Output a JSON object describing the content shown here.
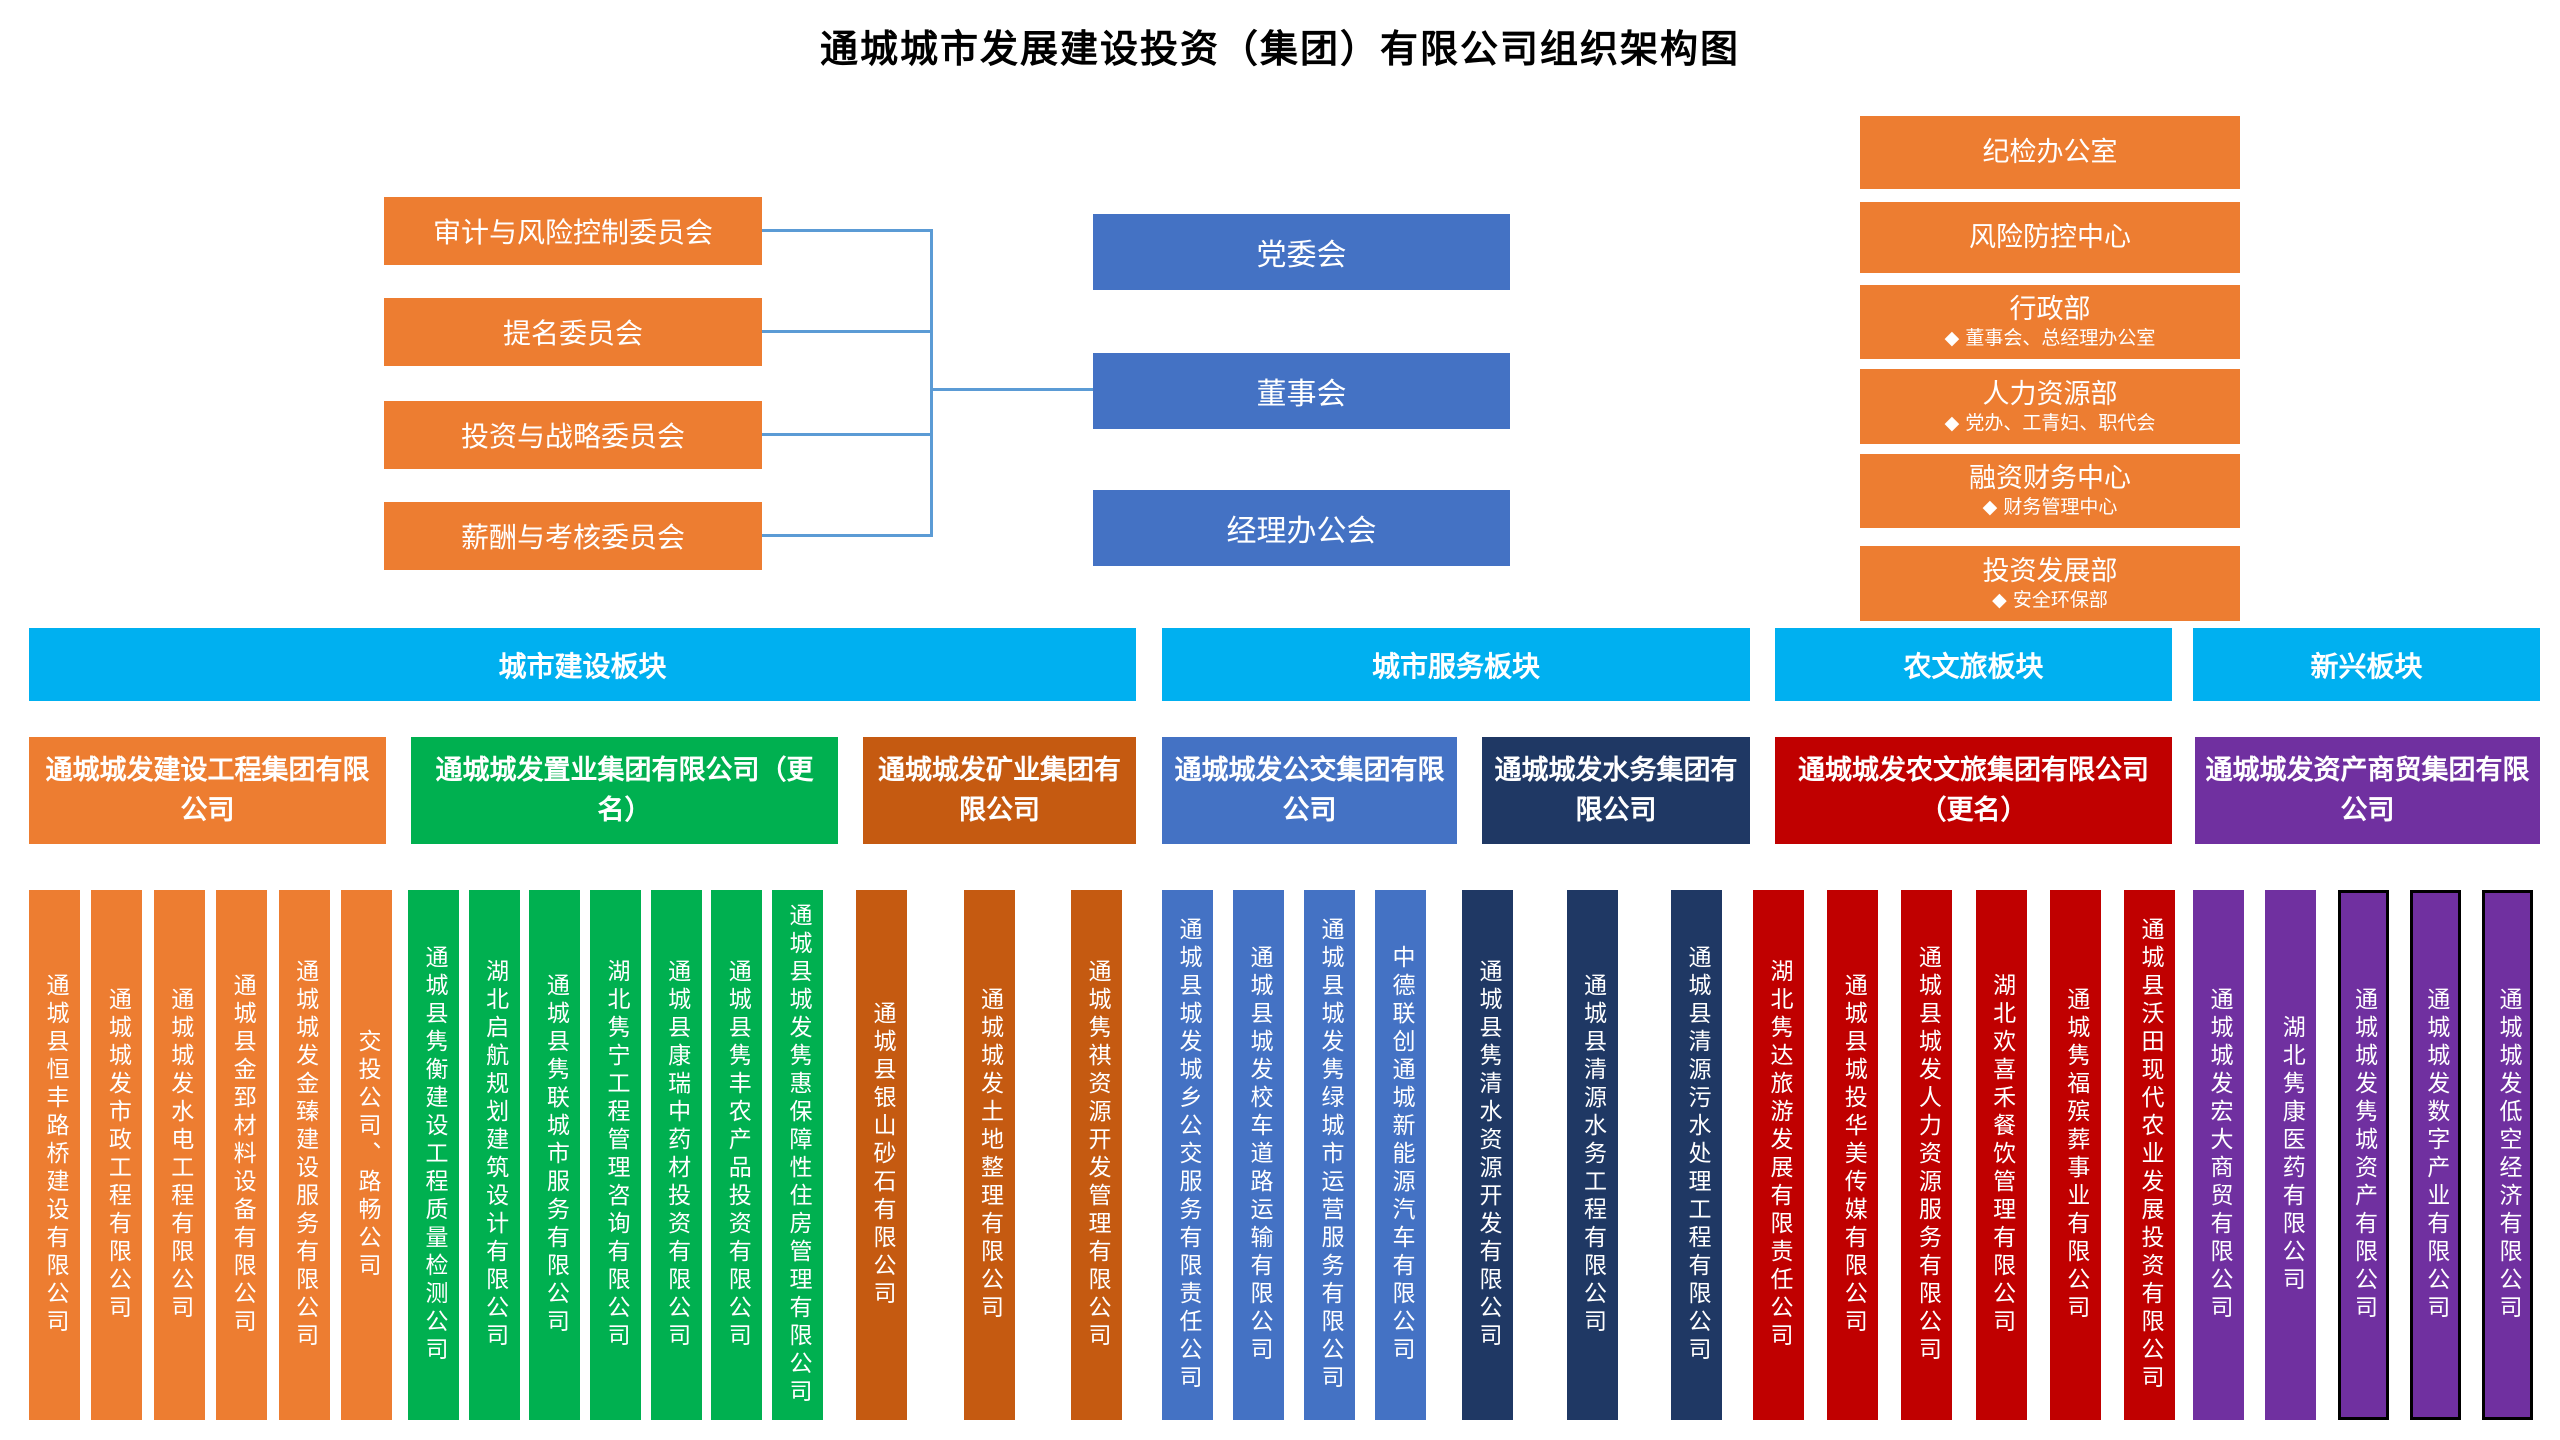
{
  "title": "通城城市发展建设投资（集团）有限公司组织架构图",
  "committees": [
    "审计与风险控制委员会",
    "提名委员会",
    "投资与战略委员会",
    "薪酬与考核委员会"
  ],
  "governance": {
    "party_committee": "党委会",
    "board": "董事会",
    "manager_office": "经理办公会"
  },
  "departments": [
    {
      "label": "纪检办公室"
    },
    {
      "label": "风险防控中心"
    },
    {
      "label": "行政部",
      "sub": "◆ 董事会、总经理办公室"
    },
    {
      "label": "人力资源部",
      "sub": "◆ 党办、工青妇、职代会"
    },
    {
      "label": "融资财务中心",
      "sub": "◆ 财务管理中心"
    },
    {
      "label": "投资发展部",
      "sub": "◆ 安全环保部"
    }
  ],
  "sections": [
    {
      "label": "城市建设板块"
    },
    {
      "label": "城市服务板块"
    },
    {
      "label": "农文旅板块"
    },
    {
      "label": "新兴板块"
    }
  ],
  "groups": [
    {
      "label": "通城城发建设工程集团有限公司",
      "color": "#ED7D31",
      "subsidiaries": [
        "通城县恒丰路桥建设有限公司",
        "通城城发市政工程有限公司",
        "通城城发水电工程有限公司",
        "通城县金郅材料设备有限公司",
        "通城城发金臻建设服务有限公司",
        "交投公司、路畅公司"
      ]
    },
    {
      "label": "通城城发置业集团有限公司（更名）",
      "color": "#00B050",
      "subsidiaries": [
        "通城县隽衡建设工程质量检测公司",
        "湖北启航规划建筑设计有限公司",
        "通城县隽联城市服务有限公司",
        "湖北隽宁工程管理咨询有限公司",
        "通城县康瑞中药材投资有限公司",
        "通城县隽丰农产品投资有限公司",
        "通城县城发隽惠保障性住房管理有限公司"
      ]
    },
    {
      "label": "通城城发矿业集团有限公司",
      "color": "#C55A11",
      "subsidiaries": [
        "通城县银山砂石有限公司",
        "通城城发土地整理有限公司",
        "通城隽祺资源开发管理有限公司"
      ]
    },
    {
      "label": "通城城发公交集团有限公司",
      "color": "#4472C4",
      "subsidiaries": [
        "通城县城发城乡公交服务有限责任公司",
        "通城县城发校车道路运输有限公司",
        "通城县城发隽绿城市运营服务有限公司",
        "中德联创通城新能源汽车有限公司"
      ]
    },
    {
      "label": "通城城发水务集团有限公司",
      "color": "#1F3864",
      "subsidiaries": [
        "通城县隽清水资源开发有限公司",
        "通城县清源水务工程有限公司",
        "通城县清源污水处理工程有限公司"
      ]
    },
    {
      "label": "通城城发农文旅集团有限公司（更名）",
      "color": "#C00000",
      "subsidiaries": [
        "湖北隽达旅游发展有限责任公司",
        "通城县城投华美传媒有限公司",
        "通城县城发人力资源服务有限公司",
        "湖北欢喜禾餐饮管理有限公司",
        "通城隽福殡葬事业有限公司",
        "通城县沃田现代农业发展投资有限公司"
      ]
    },
    {
      "label": "通城城发资产商贸集团有限公司",
      "color": "#7030A0",
      "subsidiaries": [
        "通城城发宏大商贸有限公司",
        "湖北隽康医药有限公司",
        "通城城发隽城资产有限公司",
        "通城城发数字产业有限公司",
        "通城城发低空经济有限公司"
      ]
    }
  ],
  "colors": {
    "committee_orange": "#ED7D31",
    "governance_blue": "#4472C4",
    "department_orange": "#ED7D31",
    "section_cyan": "#00B0F0",
    "connector_blue": "#5B9BD5",
    "new_business_border": "#000000"
  }
}
